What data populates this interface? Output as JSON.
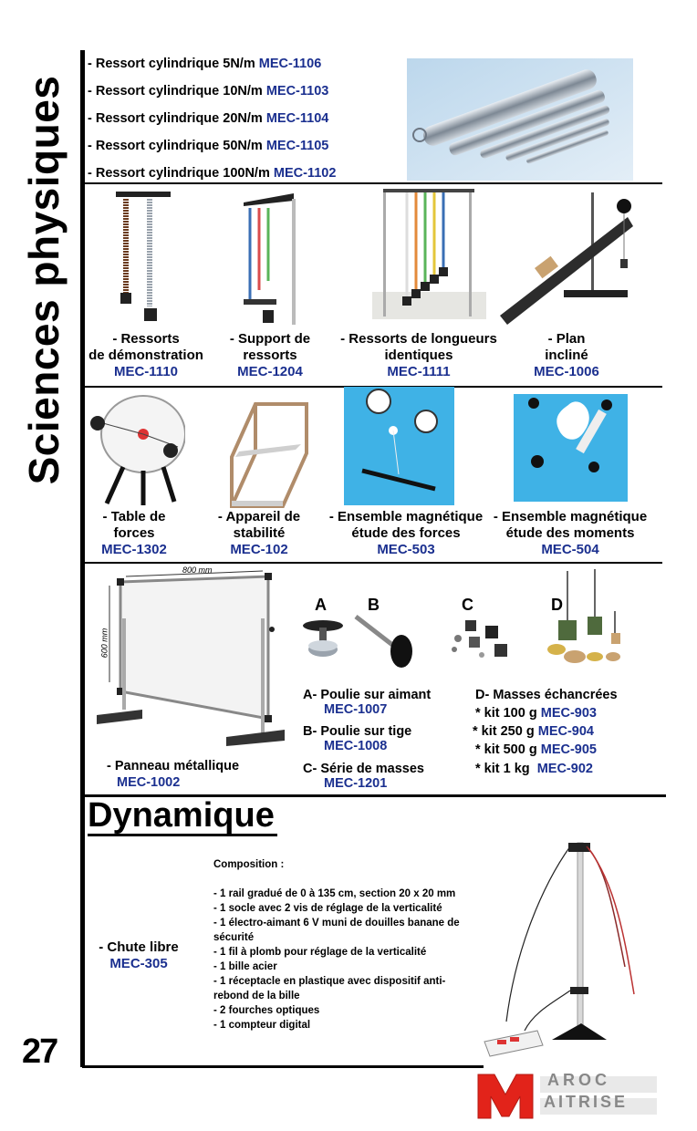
{
  "section_title": "Sciences physiques",
  "springs": [
    {
      "label": "- Ressort cylindrique 5N/m",
      "code": "MEC-1106"
    },
    {
      "label": "- Ressort cylindrique 10N/m",
      "code": "MEC-1103"
    },
    {
      "label": "- Ressort cylindrique 20N/m",
      "code": "MEC-1104"
    },
    {
      "label": "- Ressort cylindrique 50N/m",
      "code": "MEC-1105"
    },
    {
      "label": "- Ressort cylindrique 100N/m",
      "code": "MEC-1102"
    }
  ],
  "row1": [
    {
      "l1": "- Ressorts",
      "l2": "de démonstration",
      "code": "MEC-1110"
    },
    {
      "l1": "- Support de",
      "l2": "ressorts",
      "code": "MEC-1204"
    },
    {
      "l1": "- Ressorts de longueurs",
      "l2": "identiques",
      "code": "MEC-1111"
    },
    {
      "l1": "- Plan",
      "l2": "incliné",
      "code": "MEC-1006"
    }
  ],
  "row2": [
    {
      "l1": "- Table de",
      "l2": "forces",
      "code": "MEC-1302"
    },
    {
      "l1": "- Appareil de",
      "l2": "stabilité",
      "code": "MEC-102"
    },
    {
      "l1": "- Ensemble magnétique",
      "l2": "étude des forces",
      "code": "MEC-503"
    },
    {
      "l1": "- Ensemble magnétique",
      "l2": "étude des moments",
      "code": "MEC-504"
    }
  ],
  "panel": {
    "label": "- Panneau métallique",
    "code": "MEC-1002",
    "dim_w": "800 mm",
    "dim_h": "600 mm"
  },
  "letters": {
    "a": "A",
    "b": "B",
    "c": "C",
    "d": "D"
  },
  "items_abc": [
    {
      "label": "A- Poulie sur aimant",
      "code": "MEC-1007"
    },
    {
      "label": "B- Poulie sur tige",
      "code": "MEC-1008"
    },
    {
      "label": "C- Série de masses",
      "code": "MEC-1201"
    }
  ],
  "masses": {
    "title": "D- Masses échancrées",
    "kits": [
      {
        "label": "* kit 100 g",
        "code": "MEC-903"
      },
      {
        "label": "* kit 250 g",
        "code": "MEC-904"
      },
      {
        "label": "* kit 500 g",
        "code": "MEC-905"
      },
      {
        "label": "* kit 1 kg",
        "code": "MEC-902"
      }
    ]
  },
  "dynamique": {
    "title": "Dynamique",
    "item_label": "- Chute libre",
    "item_code": "MEC-305",
    "composition_title": "Composition :",
    "composition": [
      "- 1 rail gradué de 0 à 135 cm, section 20 x 20 mm",
      "- 1 socle avec 2 vis de réglage de la verticalité",
      "- 1 électro-aimant 6 V muni de douilles banane de sécurité",
      "- 1 fil à plomb pour réglage de la verticalité",
      "- 1 bille acier",
      "- 1 réceptacle en plastique avec dispositif anti-rebond de la bille",
      "- 2 fourches optiques",
      "- 1 compteur digital"
    ]
  },
  "page_number": "27",
  "logo": {
    "letter": "M",
    "line1": "AROC",
    "line2": "AITRISE",
    "color": "#e2231a"
  }
}
